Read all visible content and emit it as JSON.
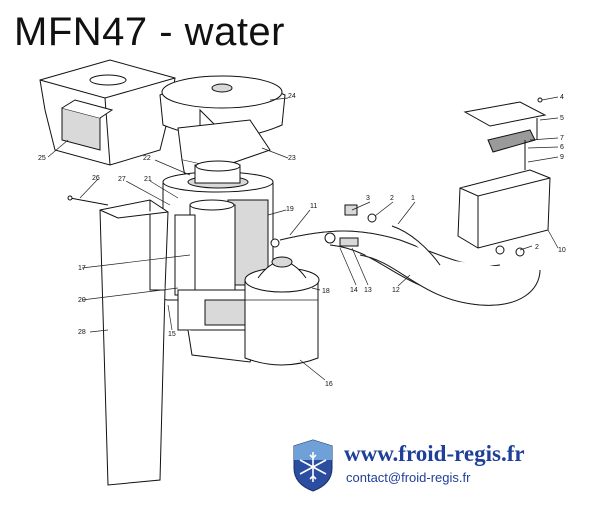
{
  "title": "MFN47 - water",
  "website": "www.froid-regis.fr",
  "email": "contact@froid-regis.fr",
  "stamp": "",
  "colors": {
    "link": "#1f3f99",
    "ink": "#111111",
    "logo_blue": "#2b4ea0"
  },
  "callouts": [
    {
      "id": "c1",
      "text": "1"
    },
    {
      "id": "c2",
      "text": "2"
    },
    {
      "id": "c2b",
      "text": "2"
    },
    {
      "id": "c3",
      "text": "3"
    },
    {
      "id": "c4",
      "text": "4"
    },
    {
      "id": "c5",
      "text": "5"
    },
    {
      "id": "c6",
      "text": "6"
    },
    {
      "id": "c7",
      "text": "7"
    },
    {
      "id": "c9",
      "text": "9"
    },
    {
      "id": "c10",
      "text": "10"
    },
    {
      "id": "c11",
      "text": "11"
    },
    {
      "id": "c12",
      "text": "12"
    },
    {
      "id": "c13",
      "text": "13"
    },
    {
      "id": "c14",
      "text": "14"
    },
    {
      "id": "c15",
      "text": "15"
    },
    {
      "id": "c16",
      "text": "16"
    },
    {
      "id": "c17",
      "text": "17"
    },
    {
      "id": "c18",
      "text": "18"
    },
    {
      "id": "c19",
      "text": "19"
    },
    {
      "id": "c20",
      "text": "20"
    },
    {
      "id": "c21",
      "text": "21"
    },
    {
      "id": "c22",
      "text": "22"
    },
    {
      "id": "c23",
      "text": "23"
    },
    {
      "id": "c24",
      "text": "24"
    },
    {
      "id": "c25",
      "text": "25"
    },
    {
      "id": "c26",
      "text": "26"
    },
    {
      "id": "c27",
      "text": "27"
    },
    {
      "id": "c28",
      "text": "28"
    }
  ]
}
